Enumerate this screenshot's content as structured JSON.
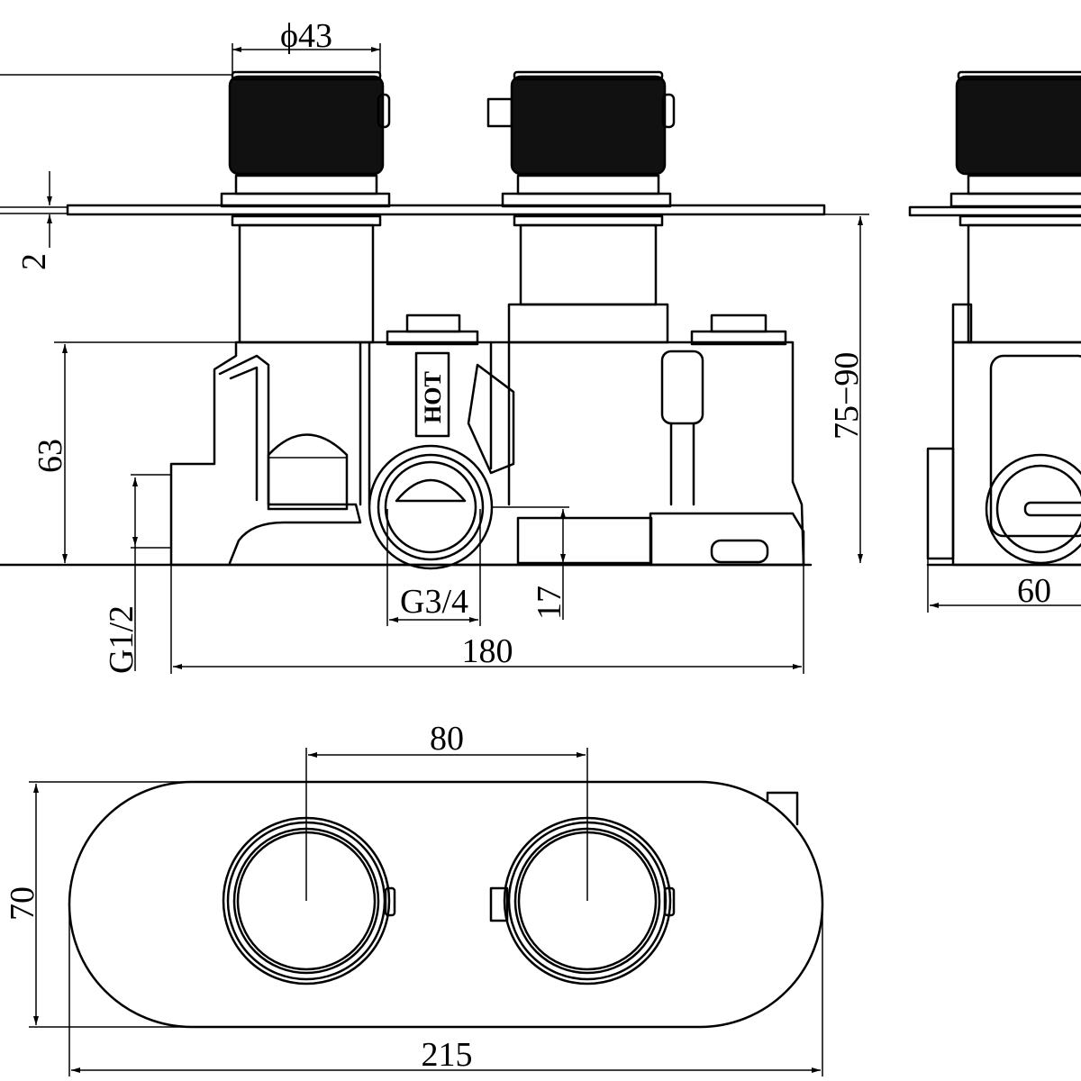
{
  "dimensions": {
    "knob_diameter": "ϕ43",
    "plate_thickness": "2",
    "body_height": "63",
    "depth_range": "75−90",
    "outlet_thread": "G3/4",
    "inlet_thread": "G1/2",
    "outlet_height": "17",
    "body_width": "180",
    "side_depth": "60",
    "knob_spacing": "80",
    "plate_height": "70",
    "plate_width": "215"
  },
  "labels": {
    "hot": "HOT"
  },
  "colors": {
    "line": "#000000",
    "background": "#ffffff",
    "knob_fill": "#111111"
  }
}
